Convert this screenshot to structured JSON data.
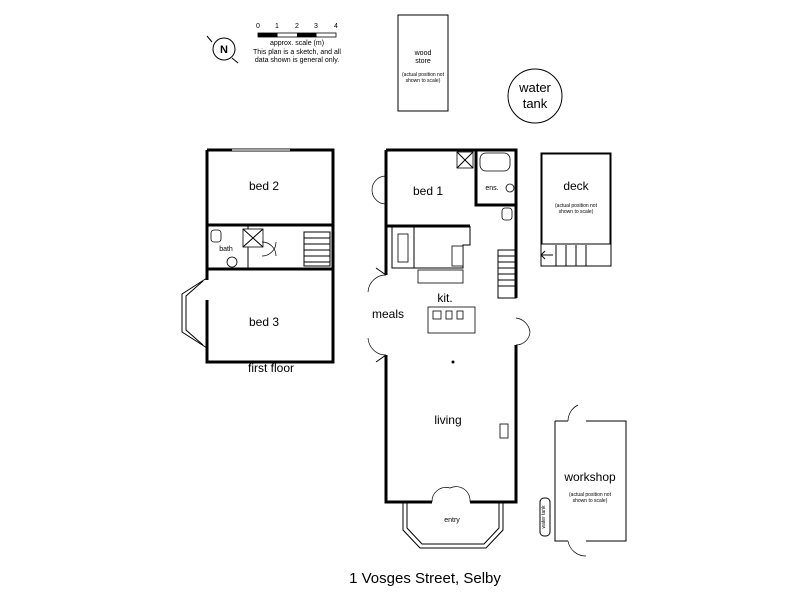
{
  "plan": {
    "address": "1 Vosges Street, Selby",
    "floor_label": "first floor",
    "compass": "N",
    "scale": {
      "ticks": [
        "0",
        "1",
        "2",
        "3",
        "4"
      ],
      "caption": "approx. scale (m)",
      "note_line1": "This plan is a sketch, and all",
      "note_line2": "data shown is general only."
    },
    "rooms": {
      "bed1": "bed 1",
      "bed2": "bed 2",
      "bed3": "bed 3",
      "bath": "bath",
      "ens": "ens.",
      "kit": "kit.",
      "meals": "meals",
      "living": "living",
      "entry": "entry",
      "deck": "deck",
      "workshop": "workshop",
      "water_tank_line1": "water",
      "water_tank_line2": "tank",
      "wood_store_line1": "wood",
      "wood_store_line2": "store",
      "water_tank_side": "water tank"
    },
    "notes": {
      "actual_position_line1": "(actual position not",
      "actual_position_line2": "shown to scale)"
    }
  }
}
